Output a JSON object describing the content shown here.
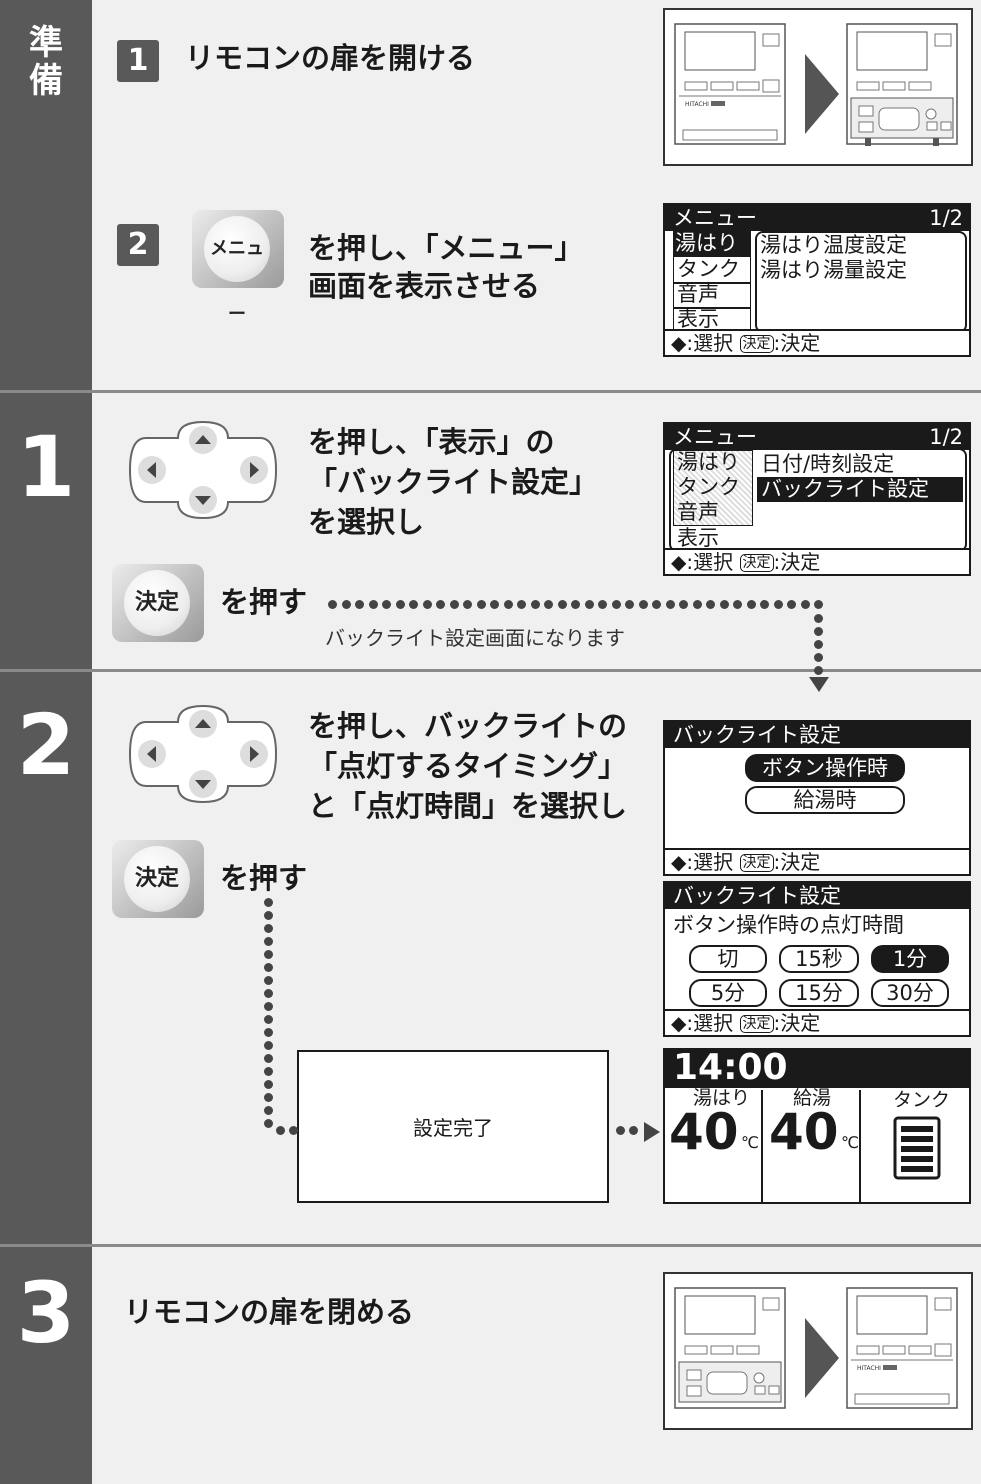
{
  "sidebar": {
    "prep": "準\n備",
    "step1": "1",
    "step2": "2",
    "step3": "3"
  },
  "prep": {
    "s1_num": "1",
    "s1_text": "リモコンの扉を開ける",
    "s2_num": "2",
    "menu_button": "メニュー",
    "s2_line1": "を押し、「メニュー」",
    "s2_line2": "画面を表示させる"
  },
  "step1": {
    "line1": "を押し、「表示」の",
    "line2": "「バックライト設定」",
    "line3": "を選択し",
    "decide_button": "決定",
    "press": "を押す",
    "note": "バックライト設定画面になります"
  },
  "step2": {
    "line1": "を押し、バックライトの",
    "line2": "「点灯するタイミング」",
    "line3": "と「点灯時間」を選択し",
    "decide_button": "決定",
    "press": "を押す",
    "done": "設定完了"
  },
  "step3": {
    "text": "リモコンの扉を閉める"
  },
  "screens": {
    "menu_title": "メニュー",
    "menu_page": "1/2",
    "cat_yuhari": "湯はり",
    "cat_tank": "タンク",
    "cat_sound": "音声",
    "cat_display": "表示",
    "m1_item1": "湯はり温度設定",
    "m1_item2": "湯はり湯量設定",
    "m2_item1": "日付/時刻設定",
    "m2_item2": "バックライト設定",
    "foot_select": ":選択",
    "foot_key": "決定",
    "foot_decide": ":決定",
    "bl_title": "バックライト設定",
    "bl_opt1": "ボタン操作時",
    "bl_opt2": "給湯時",
    "bl_sub": "ボタン操作時の点灯時間",
    "t_off": "切",
    "t_15s": "15秒",
    "t_1m": "1分",
    "t_5m": "5分",
    "t_15m": "15分",
    "t_30m": "30分",
    "clock": "14:00",
    "lbl_yuhari": "湯はり",
    "lbl_kyuto": "給湯",
    "lbl_tank": "タンク",
    "temp1": "40",
    "temp2": "40",
    "unit": "℃"
  },
  "photo_labels": {
    "brand": "HITACHI"
  },
  "colors": {
    "sidebar": "#595959",
    "band": "#f0f0f0",
    "ink": "#1a1a1a"
  }
}
